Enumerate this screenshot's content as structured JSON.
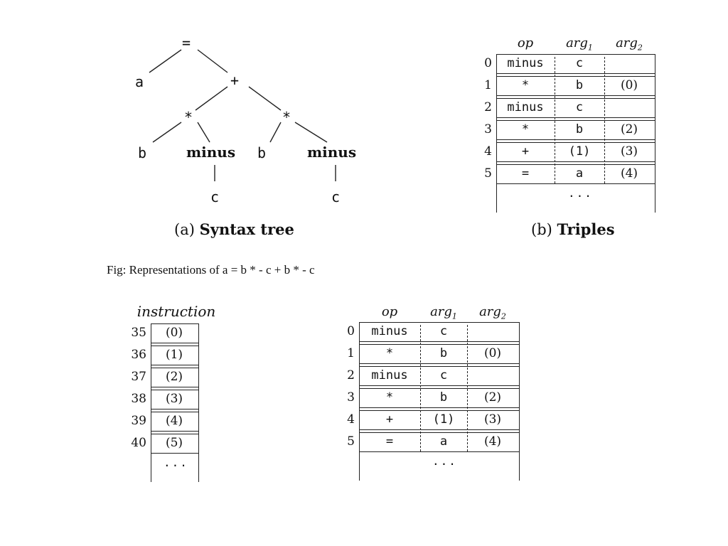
{
  "tree": {
    "root": "=",
    "a": "a",
    "plus": "+",
    "star_left": "*",
    "star_right": "*",
    "b_left": "b",
    "minus_left": "minus",
    "b_right": "b",
    "minus_right": "minus",
    "c_left": "c",
    "c_right": "c",
    "caption_prefix": "(a)",
    "caption_text": "Syntax tree"
  },
  "triples": {
    "headers": {
      "op": "op",
      "arg": "arg",
      "sub1": "1",
      "sub2": "2"
    },
    "rows": [
      {
        "idx": "0",
        "op": "minus",
        "arg1": "c",
        "arg2": ""
      },
      {
        "idx": "1",
        "op": "*",
        "arg1": "b",
        "arg2": "(0)"
      },
      {
        "idx": "2",
        "op": "minus",
        "arg1": "c",
        "arg2": ""
      },
      {
        "idx": "3",
        "op": "*",
        "arg1": "b",
        "arg2": "(2)"
      },
      {
        "idx": "4",
        "op": "+",
        "arg1": "(1)",
        "arg2": "(3)"
      },
      {
        "idx": "5",
        "op": "=",
        "arg1": "a",
        "arg2": "(4)"
      }
    ],
    "ellipsis": "...",
    "caption_prefix": "(b)",
    "caption_text": "Triples"
  },
  "figure_caption": "Fig: Representations of a = b * - c + b * - c",
  "instruction": {
    "header": "instruction",
    "rows": [
      {
        "idx": "35",
        "val": "(0)"
      },
      {
        "idx": "36",
        "val": "(1)"
      },
      {
        "idx": "37",
        "val": "(2)"
      },
      {
        "idx": "38",
        "val": "(3)"
      },
      {
        "idx": "39",
        "val": "(4)"
      },
      {
        "idx": "40",
        "val": "(5)"
      }
    ],
    "ellipsis": "..."
  },
  "indirect_triples": {
    "headers": {
      "op": "op",
      "arg": "arg",
      "sub1": "1",
      "sub2": "2"
    },
    "rows": [
      {
        "idx": "0",
        "op": "minus",
        "arg1": "c",
        "arg2": ""
      },
      {
        "idx": "1",
        "op": "*",
        "arg1": "b",
        "arg2": "(0)"
      },
      {
        "idx": "2",
        "op": "minus",
        "arg1": "c",
        "arg2": ""
      },
      {
        "idx": "3",
        "op": "*",
        "arg1": "b",
        "arg2": "(2)"
      },
      {
        "idx": "4",
        "op": "+",
        "arg1": "(1)",
        "arg2": "(3)"
      },
      {
        "idx": "5",
        "op": "=",
        "arg1": "a",
        "arg2": "(4)"
      }
    ],
    "ellipsis": "..."
  }
}
